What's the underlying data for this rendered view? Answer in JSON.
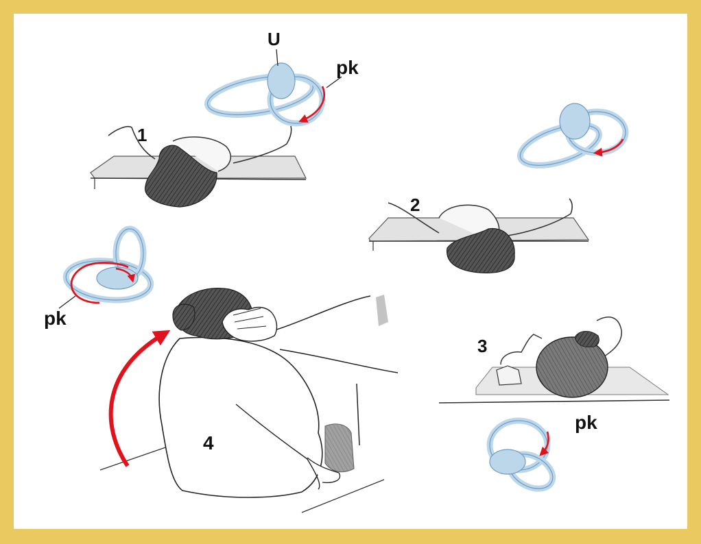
{
  "labels": {
    "step1": "1",
    "step2": "2",
    "step3": "3",
    "step4": "4",
    "utricle": "U",
    "pk_top": "pk",
    "pk_left": "pk",
    "pk_bottom": "pk"
  },
  "colors": {
    "frame": "#e9c960",
    "canal_fill": "#bcd6ea",
    "canal_stroke": "#6f9cc4",
    "arrow": "#e1121b",
    "hair": "#4a4a4a",
    "table": "#c9c9c9"
  }
}
